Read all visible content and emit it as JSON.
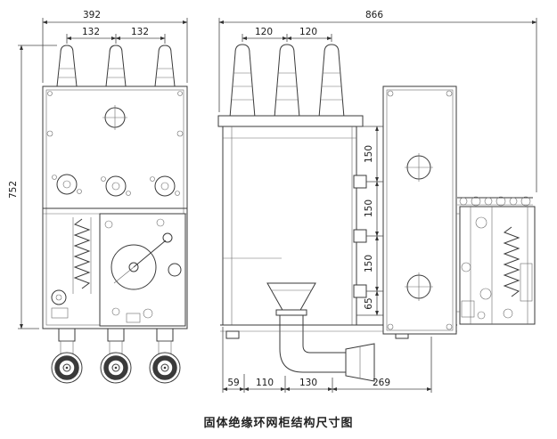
{
  "caption": "固体绝缘环网柜结构尺寸图",
  "front_view": {
    "dims": {
      "total_width": "392",
      "pole_pitch_left": "132",
      "pole_pitch_right": "132",
      "height": "752"
    }
  },
  "side_view": {
    "dims": {
      "total_width": "866",
      "pole_pitch_left": "120",
      "pole_pitch_right": "120",
      "v_seg1": "150",
      "v_seg2": "150",
      "v_seg3": "150",
      "v_seg4": "65",
      "b_seg1": "59",
      "b_seg2": "110",
      "b_seg3": "130",
      "b_seg4": "269"
    }
  }
}
